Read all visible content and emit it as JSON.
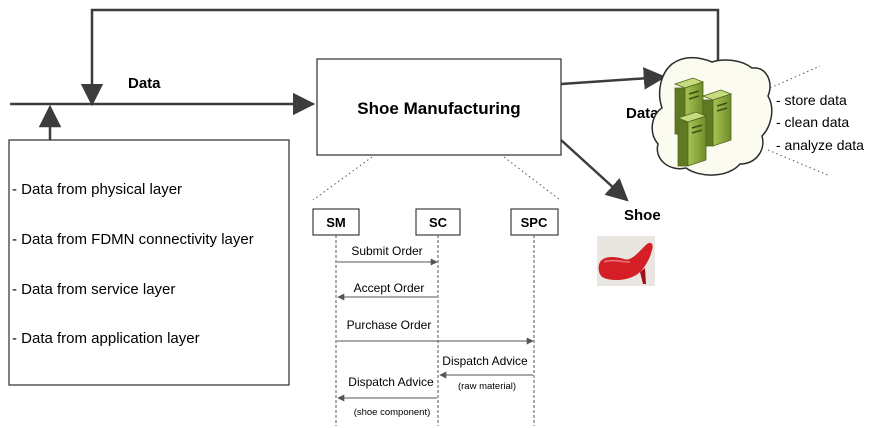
{
  "labels": {
    "data_left": "Data",
    "data_right": "Data",
    "shoe": "Shoe"
  },
  "manufacturing": {
    "title": "Shoe Manufacturing"
  },
  "data_sources": {
    "items": [
      "- Data from physical layer",
      "- Data from FDMN connectivity layer",
      "- Data from service layer",
      "- Data from application layer"
    ]
  },
  "cloud": {
    "icon": "server-cluster-icon",
    "actions": [
      "- store data",
      "- clean data",
      "- analyze data"
    ]
  },
  "shoe_image": {
    "icon": "red-high-heel-shoe"
  },
  "sequence": {
    "actors": [
      "SM",
      "SC",
      "SPC"
    ],
    "messages": [
      {
        "label": "Submit Order",
        "note": ""
      },
      {
        "label": "Accept Order",
        "note": ""
      },
      {
        "label": "Purchase Order",
        "note": ""
      },
      {
        "label": "Dispatch Advice",
        "note": "(raw material)"
      },
      {
        "label": "Dispatch Advice",
        "note": "(shoe component)"
      }
    ]
  },
  "colors": {
    "line": "#3c3c3c",
    "server_green": "#8fae3c",
    "server_dark": "#5f7a22",
    "cloud_fill": "#fbfbf0",
    "shoe_red": "#d41f26"
  }
}
